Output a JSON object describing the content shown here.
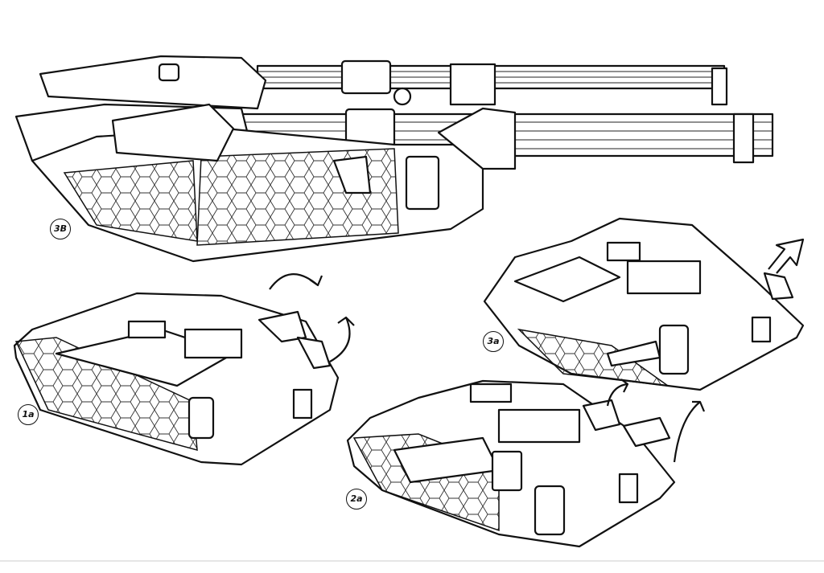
{
  "sketch_labels": {
    "top_vehicle": "3B",
    "right_vehicle": "3a",
    "left_vehicle": "1a",
    "bottom_vehicle": "2a"
  },
  "colors": {
    "paper": "#ffffff",
    "ink": "#111111"
  }
}
